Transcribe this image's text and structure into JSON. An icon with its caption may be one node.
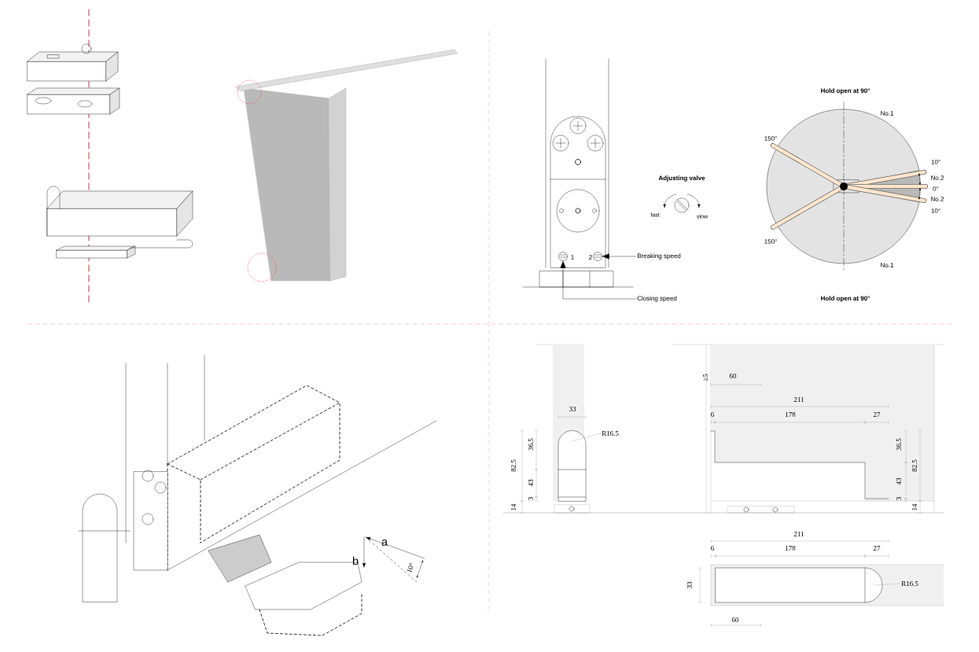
{
  "diagram": {
    "nodes": [
      {
        "text": [],
        "shape": "circle",
        "beside": [
          "1"
        ]
      },
      {
        "text": [],
        "shape": "circle",
        "beside": [
          "2"
        ]
      },
      {
        "text": [
          "Breaking speed"
        ]
      },
      {
        "text": [
          "Closing speed"
        ]
      },
      {
        "text": [
          "R16.5"
        ]
      },
      {
        "text": [
          "R16.5"
        ]
      }
    ],
    "edges": [
      {
        "from": 2,
        "to": 1,
        "arrow": "to"
      },
      {
        "from": 3,
        "to": 0,
        "arrow": "to"
      },
      {
        "from": 4,
        "to": null,
        "arrow": "none",
        "color": "#a6a6a6"
      },
      {
        "from": 5,
        "to": null,
        "arrow": "none",
        "color": "#a6a6a6"
      }
    ],
    "labels": [
      "Adjusting valve",
      "fast",
      "slow",
      "Hold open at 90°",
      "No.1",
      "150°",
      "10°",
      "No.2",
      "0°",
      "No.2",
      "10°",
      "150°",
      "No.1",
      "Hold open at 90°",
      "33",
      "36.5",
      "82.5",
      "43",
      "3",
      "14",
      "≥5",
      "60",
      "211",
      "6",
      "178",
      "27",
      "36.5",
      "82.5",
      "43",
      "3",
      "14",
      "211",
      "6",
      "178",
      "27",
      "33",
      "60",
      "a",
      "b",
      "10°"
    ]
  }
}
